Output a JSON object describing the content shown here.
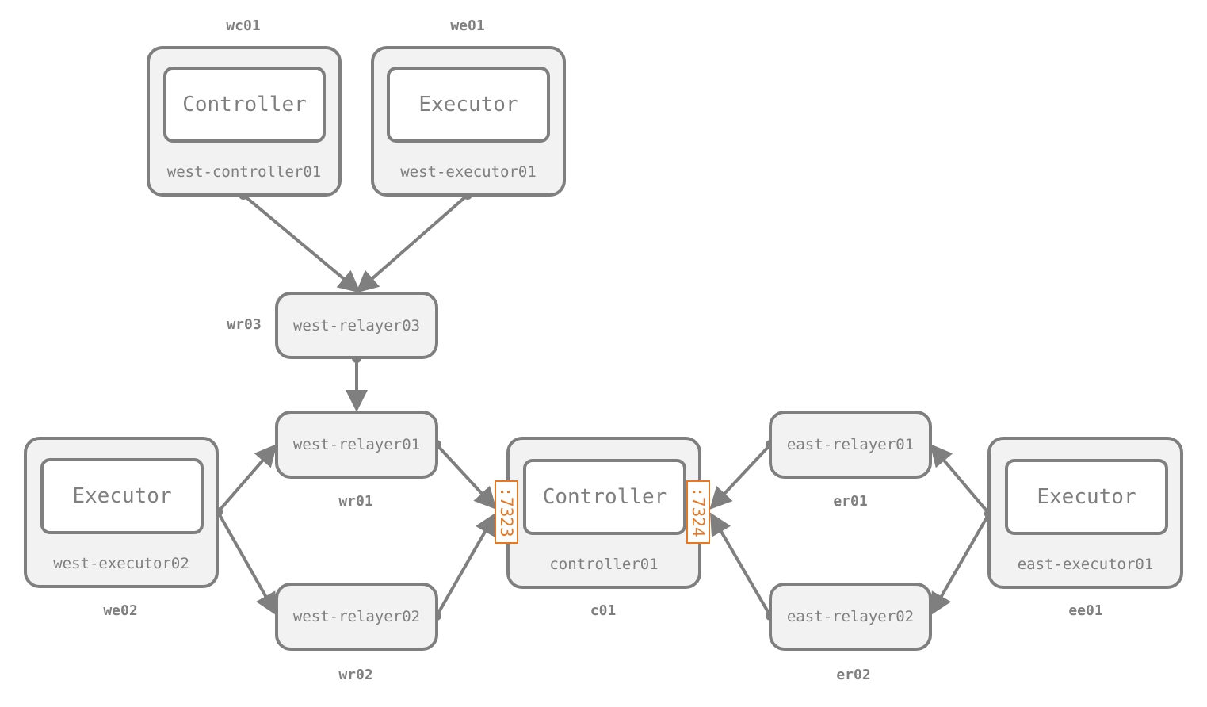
{
  "colors": {
    "stroke": "#7f7f7f",
    "fill": "#f2f2f2",
    "port": "#e87722"
  },
  "nodes": {
    "wc01": {
      "id": "wc01",
      "role": "Controller",
      "host": "west-controller01"
    },
    "we01": {
      "id": "we01",
      "role": "Executor",
      "host": "west-executor01"
    },
    "wr03": {
      "id": "wr03",
      "host": "west-relayer03"
    },
    "wr01": {
      "id": "wr01",
      "host": "west-relayer01"
    },
    "wr02": {
      "id": "wr02",
      "host": "west-relayer02"
    },
    "we02": {
      "id": "we02",
      "role": "Executor",
      "host": "west-executor02"
    },
    "c01": {
      "id": "c01",
      "role": "Controller",
      "host": "controller01"
    },
    "er01": {
      "id": "er01",
      "host": "east-relayer01"
    },
    "er02": {
      "id": "er02",
      "host": "east-relayer02"
    },
    "ee01": {
      "id": "ee01",
      "role": "Executor",
      "host": "east-executor01"
    }
  },
  "ports": {
    "west": ":7323",
    "east": ":7324"
  },
  "edges": [
    {
      "from": "wc01",
      "to": "wr03"
    },
    {
      "from": "we01",
      "to": "wr03"
    },
    {
      "from": "wr03",
      "to": "wr01"
    },
    {
      "from": "we02",
      "to": "wr01"
    },
    {
      "from": "we02",
      "to": "wr02"
    },
    {
      "from": "wr01",
      "to": "c01",
      "port": "west"
    },
    {
      "from": "wr02",
      "to": "c01",
      "port": "west"
    },
    {
      "from": "er01",
      "to": "c01",
      "port": "east"
    },
    {
      "from": "er02",
      "to": "c01",
      "port": "east"
    },
    {
      "from": "ee01",
      "to": "er01"
    },
    {
      "from": "ee01",
      "to": "er02"
    }
  ]
}
